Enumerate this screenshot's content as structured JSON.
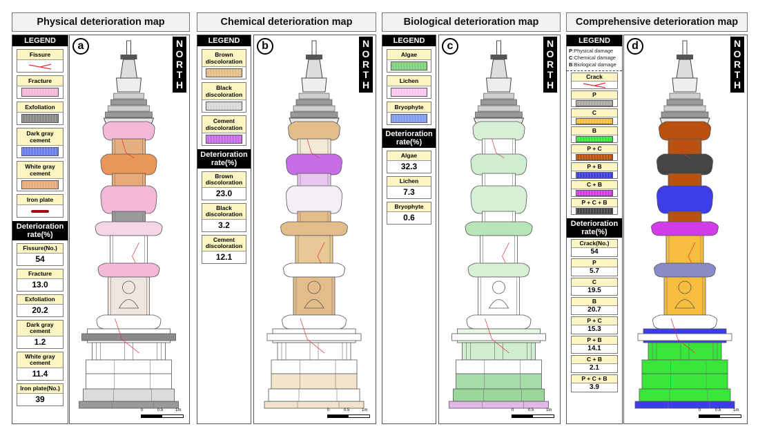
{
  "colors": {
    "legend_label_bg": "#fdf6c3",
    "crack": "#e0303a"
  },
  "panels": [
    {
      "title": "Physical deterioration map",
      "letter": "a",
      "north": "NORTH",
      "legend_title": "LEGEND",
      "legend": [
        {
          "label": "Fissure",
          "type": "crack",
          "color": "#e0303a"
        },
        {
          "label": "Fracture",
          "color": "#f4b8d8"
        },
        {
          "label": "Exfoliation",
          "color": "#8a8a8a"
        },
        {
          "label": "Dark gray cement",
          "color": "#6a7cf0"
        },
        {
          "label": "White gray cement",
          "color": "#e8a978"
        },
        {
          "label": "Iron plate",
          "type": "line",
          "color": "#a01018"
        }
      ],
      "rate_title": "Deterioration rate(%)",
      "rates": [
        {
          "label": "Fissure(No.)",
          "value": "54"
        },
        {
          "label": "Fracture",
          "value": "13.0"
        },
        {
          "label": "Exfoliation",
          "value": "20.2"
        },
        {
          "label": "Dark gray cement",
          "value": "1.2"
        },
        {
          "label": "White gray cement",
          "value": "11.4"
        },
        {
          "label": "Iron plate(No.)",
          "value": "39"
        }
      ],
      "scale": {
        "zero": "0",
        "half": "0.5",
        "one": "1m"
      },
      "tier_colors": [
        "#f4b8d8",
        "#e4b080",
        "#e8965a",
        "#e8a978",
        "#f4b8d8",
        "#9a9a9a",
        "#f6d6e6",
        "#ffffff",
        "#f4b8d8",
        "#efe6e0",
        "#ffffff",
        "#ffffff",
        "#8a8a8a",
        "#ffffff",
        "#ffffff",
        "#ffffff",
        "#dcdcdc",
        "#9a9a9a"
      ]
    },
    {
      "title": "Chemical deterioration map",
      "letter": "b",
      "north": "NORTH",
      "legend_title": "LEGEND",
      "legend": [
        {
          "label": "Brown discoloration",
          "color": "#e2bd8a"
        },
        {
          "label": "Black discoloration",
          "color": "#d8d8d8"
        },
        {
          "label": "Cement discoloration",
          "color": "#c66ee6"
        }
      ],
      "rate_title": "Deterioration rate(%)",
      "rates": [
        {
          "label": "Brown discoloration",
          "value": "23.0"
        },
        {
          "label": "Black discoloration",
          "value": "3.2"
        },
        {
          "label": "Cement discoloration",
          "value": "12.1"
        }
      ],
      "scale": {
        "zero": "0",
        "half": "0.5",
        "one": "1m"
      },
      "tier_colors": [
        "#e2bd8a",
        "#f4ead8",
        "#c66ee6",
        "#e8c8f0",
        "#f4eef6",
        "#e2bd8a",
        "#e2bd8a",
        "#e8c894",
        "#ffffff",
        "#e2bd8a",
        "#ffffff",
        "#ffffff",
        "#ffffff",
        "#ffffff",
        "#ffffff",
        "#f4e4cc",
        "#ffffff",
        "#f2e2c8"
      ]
    },
    {
      "title": "Biological deterioration map",
      "letter": "c",
      "north": "NORTH",
      "legend_title": "LEGEND",
      "legend": [
        {
          "label": "Algae",
          "color": "#7fcf7f"
        },
        {
          "label": "Lichen",
          "color": "#f6c8ee"
        },
        {
          "label": "Bryophyte",
          "color": "#7f9ef0"
        }
      ],
      "rate_title": "Deterioration rate(%)",
      "rates": [
        {
          "label": "Algae",
          "value": "32.3"
        },
        {
          "label": "Lichen",
          "value": "7.3"
        },
        {
          "label": "Bryophyte",
          "value": "0.6"
        }
      ],
      "scale": {
        "zero": "0",
        "half": "0.5",
        "one": "1m"
      },
      "tier_colors": [
        "#d6f0d6",
        "#ffffff",
        "#cfeecf",
        "#ffffff",
        "#d6f0d6",
        "#ffffff",
        "#b8e6b8",
        "#ffffff",
        "#d6f0d6",
        "#ffffff",
        "#ffffff",
        "#e8f6e8",
        "#ffffff",
        "#cfeecf",
        "#ffffff",
        "#a8dca8",
        "#9ad69a",
        "#e2b8e8"
      ]
    },
    {
      "title": "Comprehensive deterioration map",
      "letter": "d",
      "north": "NORTH",
      "legend_title": "LEGEND",
      "notes": [
        {
          "key": "P",
          "text": ":Physical damage"
        },
        {
          "key": "C",
          "text": ":Chemical damage"
        },
        {
          "key": "B",
          "text": ":Biological damage"
        }
      ],
      "legend": [
        {
          "label": "Crack",
          "type": "crack",
          "color": "#e0303a"
        },
        {
          "label": "P",
          "color": "#aaaaaa"
        },
        {
          "label": "C",
          "color": "#f7bd3e"
        },
        {
          "label": "B",
          "color": "#39e639"
        },
        {
          "label": "P + C",
          "color": "#b9520e"
        },
        {
          "label": "P + B",
          "color": "#3c3ce8"
        },
        {
          "label": "C + B",
          "color": "#d23ce8"
        },
        {
          "label": "P + C + B",
          "color": "#444444"
        }
      ],
      "rate_title": "Deterioration rate(%)",
      "rates": [
        {
          "label": "Crack(No.)",
          "value": "54"
        },
        {
          "label": "P",
          "value": "5.7"
        },
        {
          "label": "C",
          "value": "19.5"
        },
        {
          "label": "B",
          "value": "20.7"
        },
        {
          "label": "P + C",
          "value": "15.3"
        },
        {
          "label": "P + B",
          "value": "14.1"
        },
        {
          "label": "C + B",
          "value": "2.1"
        },
        {
          "label": "P + C + B",
          "value": "3.9"
        }
      ],
      "scale": {
        "zero": "0",
        "half": "0.5",
        "one": "1m"
      },
      "tier_colors": [
        "#b9520e",
        "#b9520e",
        "#444444",
        "#b9520e",
        "#3c3ce8",
        "#b9520e",
        "#d23ce8",
        "#f7bd3e",
        "#8a8ac8",
        "#f7bd3e",
        "#ffffff",
        "#3c3ce8",
        "#ffffff",
        "#39e639",
        "#39e639",
        "#39e639",
        "#39e639",
        "#3c3ce8"
      ]
    }
  ]
}
